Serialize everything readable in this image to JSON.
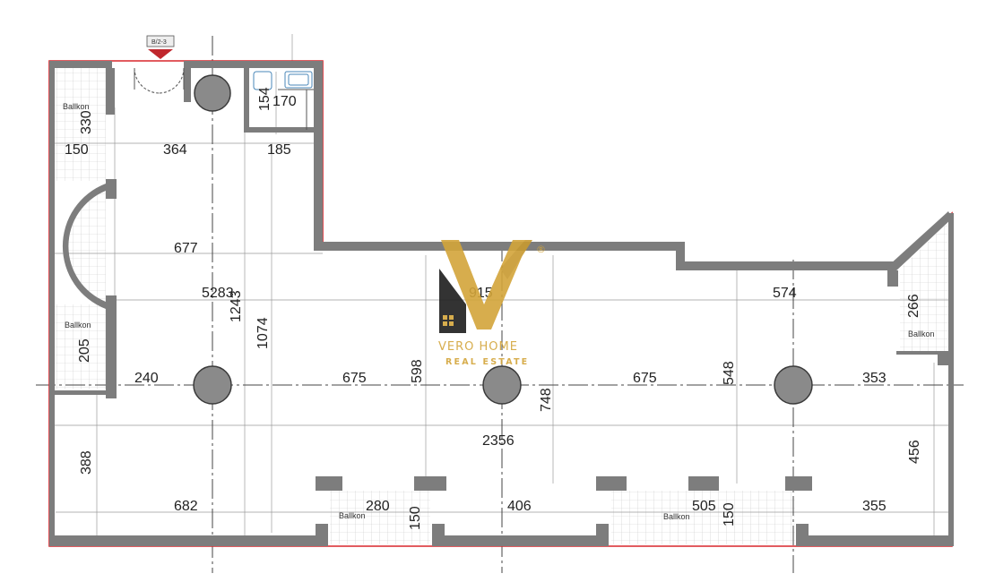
{
  "plan": {
    "grid_tag": "B/2-3",
    "balcony_label": "Ballkon",
    "dimensions": {
      "d330": "330",
      "d150a": "150",
      "d364": "364",
      "d185": "185",
      "d154": "154",
      "d170": "170",
      "d677": "677",
      "d5283": "5283",
      "d1243": "1243",
      "d1074": "1074",
      "d915": "915",
      "d574": "574",
      "d266": "266",
      "d205": "205",
      "d240": "240",
      "d675a": "675",
      "d598": "598",
      "d748": "748",
      "d675b": "675",
      "d548": "548",
      "d353": "353",
      "d2356": "2356",
      "d388": "388",
      "d456": "456",
      "d682": "682",
      "d280": "280",
      "d150b": "150",
      "d406": "406",
      "d505": "505",
      "d150c": "150",
      "d355": "355"
    },
    "colors": {
      "outline": "#d9262c",
      "wall": "#7d7d7d",
      "column": "#8a8a8a"
    }
  },
  "logo": {
    "line1": "VERO HOME",
    "line2": "REAL ESTATE",
    "registered": "®",
    "gold": "#d3a53a",
    "dark": "#1e1e1e"
  }
}
